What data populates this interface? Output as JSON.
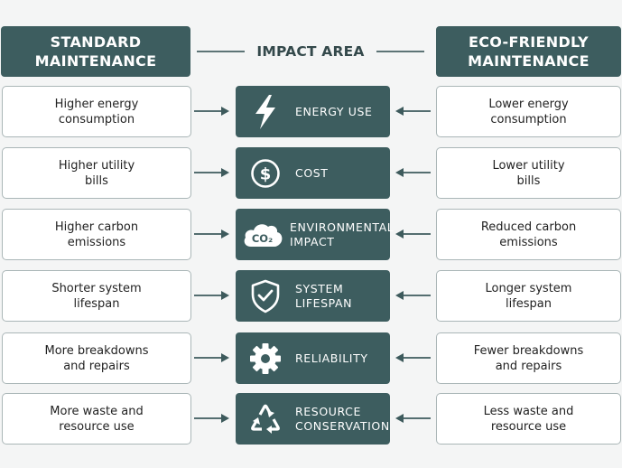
{
  "headers": {
    "left": "STANDARD\nMAINTENANCE",
    "center": "IMPACT AREA",
    "right": "ECO-FRIENDLY\nMAINTENANCE"
  },
  "rows": [
    {
      "standard": "Higher energy\nconsumption",
      "area": "ENERGY USE",
      "icon": "lightning-icon",
      "eco": "Lower energy\nconsumption"
    },
    {
      "standard": "Higher utility\nbills",
      "area": "COST",
      "icon": "dollar-icon",
      "eco": "Lower utility\nbills"
    },
    {
      "standard": "Higher carbon\nemissions",
      "area": "ENVIRONMENTAL\nIMPACT",
      "icon": "co2-cloud-icon",
      "co2_label": "CO₂",
      "eco": "Reduced carbon\nemissions"
    },
    {
      "standard": "Shorter system\nlifespan",
      "area": "SYSTEM\nLIFESPAN",
      "icon": "shield-check-icon",
      "eco": "Longer system\nlifespan"
    },
    {
      "standard": "More breakdowns\nand repairs",
      "area": "RELIABILITY",
      "icon": "gear-icon",
      "eco": "Fewer breakdowns\nand repairs"
    },
    {
      "standard": "More waste and\nresource use",
      "area": "RESOURCE\nCONSERVATION",
      "icon": "recycle-icon",
      "eco": "Less waste and\nresource use"
    }
  ],
  "colors": {
    "accent": "#3d5d5f",
    "arrow": "#3d5a5c",
    "border": "#aab6b7"
  }
}
